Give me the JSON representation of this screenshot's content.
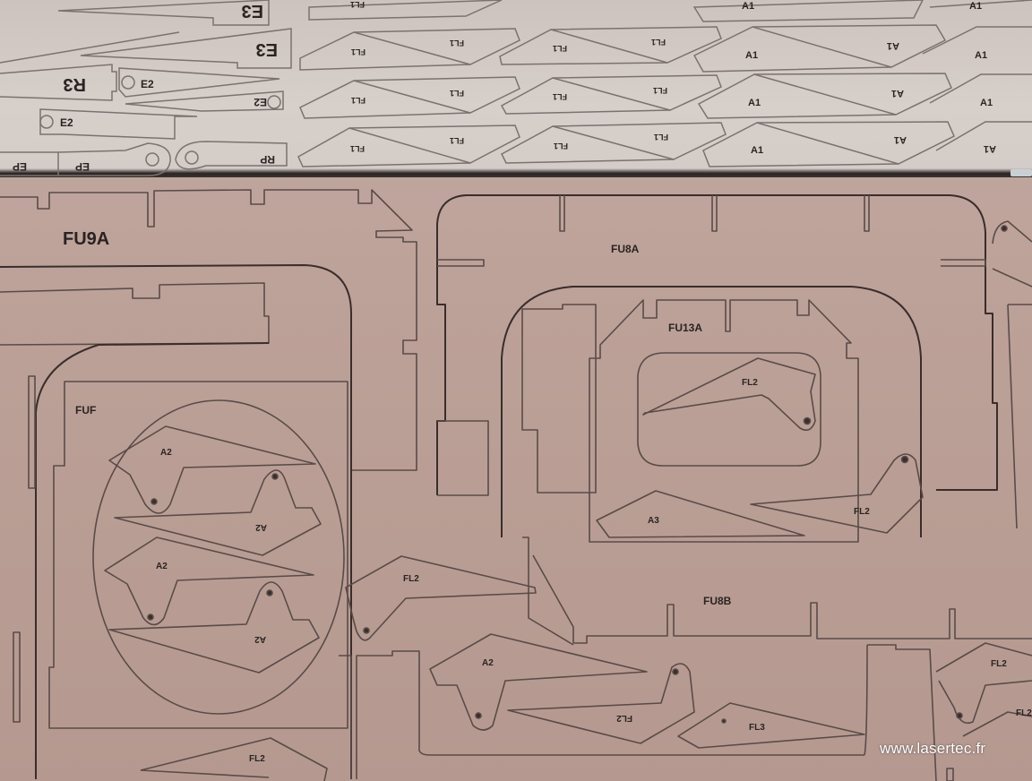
{
  "image": {
    "description": "Photo of laser-cut plywood/balsa model aircraft parts sheets",
    "colors": {
      "top_sheet": "#d2c9c4",
      "main_sheet": "#bca198",
      "cut_lines": "#4a3c3a",
      "sheet_edge": "#2a2524"
    }
  },
  "top_sheet": {
    "labels": {
      "e3_a": "E3",
      "e3_b": "E3",
      "r3": "R3",
      "e2_a": "E2",
      "e2_b": "E2",
      "e2_c": "E2",
      "ep_a": "EP",
      "ep_b": "EP",
      "rp": "RP",
      "fl1": "FL1",
      "a1": "A1"
    }
  },
  "main_sheet": {
    "labels": {
      "fu9a": "FU9A",
      "fu8a": "FU8A",
      "fu13a": "FU13A",
      "fuf": "FUF",
      "fu8b": "FU8B",
      "a2": "A2",
      "a3": "A3",
      "fl2": "FL2",
      "fl3": "FL3"
    }
  },
  "watermark": "www.lasertec.fr"
}
